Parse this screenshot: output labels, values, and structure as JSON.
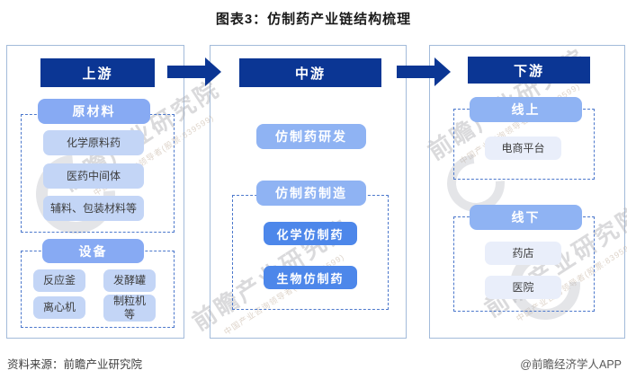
{
  "title": "图表3：仿制药产业链结构梳理",
  "columns": [
    {
      "header": "上游",
      "groups": [
        {
          "label": "原材料",
          "items": [
            "化学原料药",
            "医药中间体",
            "辅料、包装材料等"
          ]
        },
        {
          "label": "设备",
          "items": [
            "反应釜",
            "发酵罐",
            "离心机",
            "制粒机等"
          ]
        }
      ]
    },
    {
      "header": "中游",
      "standalone": "仿制药研发",
      "groups": [
        {
          "label": "仿制药制造",
          "items": [
            "化学仿制药",
            "生物仿制药"
          ]
        }
      ]
    },
    {
      "header": "下游",
      "groups": [
        {
          "label": "线上",
          "items": [
            "电商平台"
          ]
        },
        {
          "label": "线下",
          "items": [
            "药店",
            "医院"
          ]
        }
      ]
    }
  ],
  "footer": {
    "source": "资料来源：前瞻产业研究院",
    "credit": "@前瞻经济学人APP"
  },
  "watermark": {
    "text": "前瞻产业研究院",
    "subtext": "中国产业咨询领导者(股票:839599)"
  },
  "colors": {
    "navy": "#0b3694",
    "blue_mid": "#87aaf3",
    "blue_mid2": "#8fb3f3",
    "blue_item": "#c3d5f6",
    "blue_item_pale": "#e9eefa",
    "blue_accent": "#4d87ea",
    "panel_border": "#a3bbda",
    "dashed_border": "#4c78cc",
    "text_dark": "#3d3d3d",
    "footer_source": "#404040",
    "footer_credit": "#595959",
    "title": "#1a1a1a",
    "watermark": "#adadb2"
  }
}
